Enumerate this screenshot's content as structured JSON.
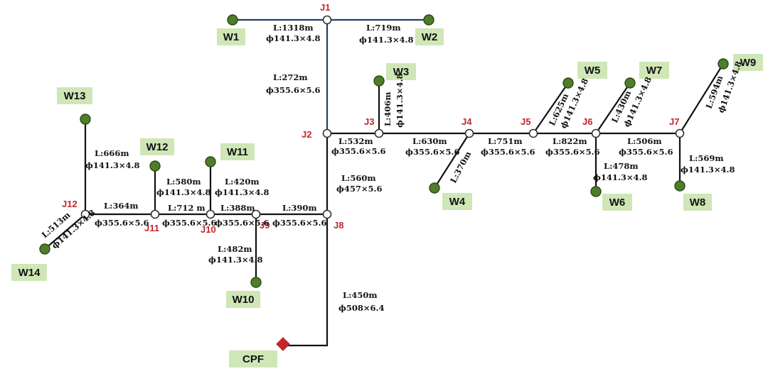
{
  "junctions": {
    "J1": "J1",
    "J2": "J2",
    "J3": "J3",
    "J4": "J4",
    "J5": "J5",
    "J6": "J6",
    "J7": "J7",
    "J8": "J8",
    "J9": "J9",
    "J10": "J10",
    "J11": "J11",
    "J12": "J12"
  },
  "wells": {
    "W1": "W1",
    "W2": "W2",
    "W3": "W3",
    "W4": "W4",
    "W5": "W5",
    "W6": "W6",
    "W7": "W7",
    "W8": "W8",
    "W9": "W9",
    "W10": "W10",
    "W11": "W11",
    "W12": "W12",
    "W13": "W13",
    "W14": "W14"
  },
  "cpf": "CPF",
  "pipes": {
    "w1_j1": {
      "length": "L:1318m",
      "dia": "ϕ141.3×4.8"
    },
    "j1_w2": {
      "length": "L:719m",
      "dia": "ϕ141.3×4.8"
    },
    "j1_j2": {
      "length": "L:272m",
      "dia": "ϕ355.6×5.6"
    },
    "j2_j3": {
      "length": "L:532m",
      "dia": "ϕ355.6×5.6"
    },
    "j3_w3": {
      "length": "L:406m",
      "dia": "ϕ141.3×4.8"
    },
    "j3_j4": {
      "length": "L:630m",
      "dia": "ϕ355.6×5.6"
    },
    "j4_w4": {
      "length": "L:370m"
    },
    "j4_j5": {
      "length": "L:751m",
      "dia": "ϕ355.6×5.6"
    },
    "j5_w5": {
      "length": "L:625m",
      "dia": "ϕ141.3×4.8"
    },
    "j5_j6": {
      "length": "L:822m",
      "dia": "ϕ355.6×5.6"
    },
    "j6_w7": {
      "length": "L:430m",
      "dia": "ϕ141.3×4.8"
    },
    "j6_w6": {
      "length": "L:478m",
      "dia": "ϕ141.3×4.8"
    },
    "j6_j7": {
      "length": "L:506m",
      "dia": "ϕ355.6×5.6"
    },
    "j7_w9": {
      "length": "L:594m",
      "dia": "ϕ141.3×4.8"
    },
    "j7_w8": {
      "length": "L:569m",
      "dia": "ϕ141.3×4.8"
    },
    "j2_j8": {
      "length": "L:560m",
      "dia": "ϕ457×5.6"
    },
    "j8_cpf": {
      "length": "L:450m",
      "dia": "ϕ508×6.4"
    },
    "j9_j8": {
      "length": "L:390m",
      "dia": "ϕ355.6×5.6"
    },
    "j9_w10": {
      "length": "L:482m",
      "dia": "ϕ141.3×4.8"
    },
    "j10_j9": {
      "length": "L:388m",
      "dia": "ϕ355.6×5.6"
    },
    "j10_w11": {
      "length": "L:420m",
      "dia": "ϕ141.3×4.8"
    },
    "j11_j10": {
      "length": "L:712 m",
      "dia": "ϕ355.6×5.6"
    },
    "j11_w12": {
      "length": "L:580m",
      "dia": "ϕ141.3×4.8"
    },
    "j12_j11": {
      "length": "L:364m",
      "dia": "ϕ355.6×5.6"
    },
    "j12_w13": {
      "length": "L:666m",
      "dia": "ϕ141.3×4.8"
    },
    "j12_w14": {
      "length": "L:513m",
      "dia": "ϕ141.3×4.8"
    }
  }
}
